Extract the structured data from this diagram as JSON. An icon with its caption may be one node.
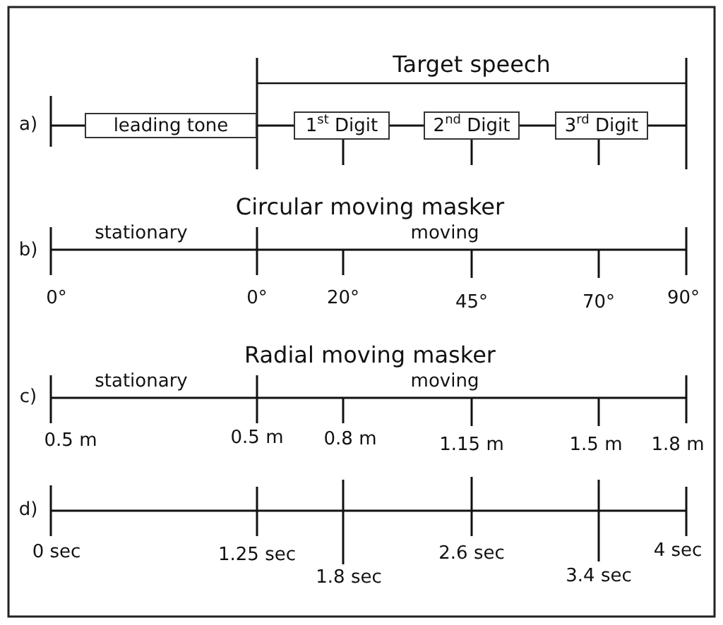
{
  "diagram": {
    "nodes": [
      {
        "text": [
          "leading tone"
        ]
      },
      {
        "text": [
          "1$^{st}$ Digit"
        ]
      },
      {
        "text": [
          "2$^{nd}$ Digit"
        ]
      },
      {
        "text": [
          "3$^{rd}$ Digit"
        ]
      }
    ],
    "edges": [
      {
        "from": 0,
        "to": 1,
        "arrow": "none"
      },
      {
        "from": 1,
        "to": 2,
        "arrow": "none"
      },
      {
        "from": 2,
        "to": 3,
        "arrow": "none"
      }
    ],
    "labels": [
      "Target speech",
      "a)",
      "Circular moving masker",
      "b)",
      "stationary",
      "moving",
      "0°",
      "0°",
      "20°",
      "45°",
      "70°",
      "90°",
      "Radial moving masker",
      "c)",
      "stationary",
      "moving",
      "0.5 m",
      "0.5 m",
      "0.8 m",
      "1.15 m",
      "1.5 m",
      "1.8 m",
      "d)",
      "0 sec",
      "1.25 sec",
      "2.6 sec",
      "4 sec",
      "1.8 sec",
      "3.4 sec"
    ]
  }
}
